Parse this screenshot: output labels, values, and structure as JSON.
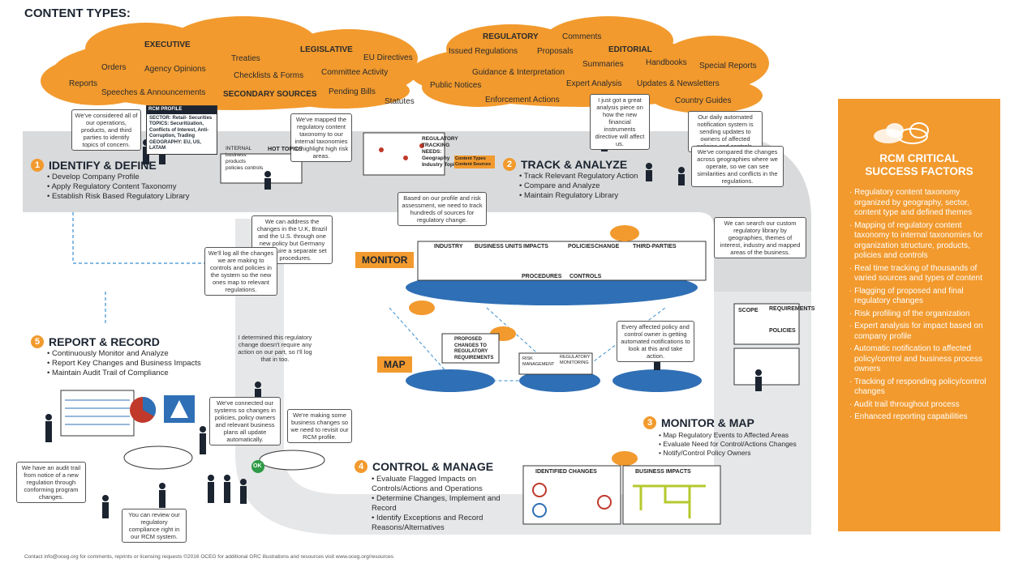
{
  "title": "CONTENT TYPES:",
  "clouds": {
    "left": [
      {
        "id": "executive",
        "text": "EXECUTIVE",
        "bold": true
      },
      {
        "id": "orders",
        "text": "Orders"
      },
      {
        "id": "agency",
        "text": "Agency Opinions"
      },
      {
        "id": "treaties",
        "text": "Treaties"
      },
      {
        "id": "legislative",
        "text": "LEGISLATIVE",
        "bold": true
      },
      {
        "id": "eudir",
        "text": "EU Directives"
      },
      {
        "id": "reports",
        "text": "Reports"
      },
      {
        "id": "checklists",
        "text": "Checklists & Forms"
      },
      {
        "id": "committee",
        "text": "Committee Activity"
      },
      {
        "id": "speeches",
        "text": "Speeches & Announcements"
      },
      {
        "id": "secondary",
        "text": "SECONDARY SOURCES",
        "bold": true
      },
      {
        "id": "pending",
        "text": "Pending Bills"
      },
      {
        "id": "statutes",
        "text": "Statutes"
      }
    ],
    "right": [
      {
        "id": "regulatory",
        "text": "REGULATORY",
        "bold": true
      },
      {
        "id": "comments",
        "text": "Comments"
      },
      {
        "id": "issued",
        "text": "Issued Regulations"
      },
      {
        "id": "proposals",
        "text": "Proposals"
      },
      {
        "id": "editorial",
        "text": "EDITORIAL",
        "bold": true
      },
      {
        "id": "summaries",
        "text": "Summaries"
      },
      {
        "id": "handbooks",
        "text": "Handbooks"
      },
      {
        "id": "special",
        "text": "Special Reports"
      },
      {
        "id": "guidance",
        "text": "Guidance & Interpretation"
      },
      {
        "id": "public",
        "text": "Public Notices"
      },
      {
        "id": "expert",
        "text": "Expert Analysis"
      },
      {
        "id": "updates",
        "text": "Updates & Newsletters"
      },
      {
        "id": "enforcement",
        "text": "Enforcement Actions"
      },
      {
        "id": "country",
        "text": "Country Guides"
      }
    ]
  },
  "steps": [
    {
      "num": "1",
      "title": "IDENTIFY & DEFINE",
      "bullets": [
        "Develop Company Profile",
        "Apply Regulatory Content Taxonomy",
        "Establish Risk Based Regulatory Library"
      ]
    },
    {
      "num": "2",
      "title": "TRACK & ANALYZE",
      "bullets": [
        "Track Relevant Regulatory Action",
        "Compare and Analyze",
        "Maintain Regulatory Library"
      ]
    },
    {
      "num": "3",
      "title": "MONITOR & MAP",
      "bullets": [
        "Map Regulatory Events to Affected Areas",
        "Evaluate Need for Control/Actions Changes",
        "Notify/Control Policy Owners"
      ]
    },
    {
      "num": "4",
      "title": "CONTROL & MANAGE",
      "bullets": [
        "Evaluate Flagged Impacts on Controls/Actions and Operations",
        "Determine Changes, Implement and Record",
        "Identify Exceptions and Record Reasons/Alternatives"
      ]
    },
    {
      "num": "5",
      "title": "REPORT & RECORD",
      "bullets": [
        "Continuously Monitor and Analyze",
        "Report Key Changes and Business Impacts",
        "Maintain Audit Trail of Compliance"
      ]
    }
  ],
  "tags": {
    "monitor": "MONITOR",
    "map": "MAP"
  },
  "rcm_profile": {
    "title": "RCM PROFILE",
    "lines": [
      "SECTOR: Retail- Securities",
      "TOPICS: Securitization, Conflicts of Interest, Anti-Corruption, Trading",
      "GEOGRAPHY: EU, US, LATAM"
    ]
  },
  "bubbles": {
    "b1": "We've considered all of our operations, products, and third parties to identify topics of concern.",
    "b2": "We've mapped the regulatory content taxonomy to our internal taxonomies to highlight high risk areas.",
    "b3": "I just got a great analysis piece on how the new financial instruments directive will affect us.",
    "b4": "Our daily automated notification system is sending updates to owners of affected policies and controls.",
    "b5": "We've compared the changes across geographies where we operate, so we can see similarities and conflicts in the regulations.",
    "b6": "Based on our profile and risk assessment, we need to track hundreds of sources for regulatory change.",
    "b7": "We can search our custom regulatory library by geographies, themes of interest, industry and mapped areas of the business.",
    "b8": "We can address the changes in the U.K, Brazil and the U.S. through one new policy but Germany will require a separate set of procedures.",
    "b9": "We'll log all the changes we are making to controls and policies in the system so the new ones map to relevant regulations.",
    "b10": "I determined this regulatory change doesn't require any action on our part, so I'll log that in too.",
    "b11": "Every affected policy and control owner is getting automated notifications to look at this and take action.",
    "b12": "We've connected our systems so changes in policies, policy owners and relevant business plans all update automatically.",
    "b13": "We're making some business changes so we need to revisit our RCM profile.",
    "b14": "We have an audit trail from notice of a new regulation through conforming program changes.",
    "b15": "You can review our regulatory compliance right in our RCM system."
  },
  "labels": {
    "internal": "INTERNAL business products policies controls",
    "hot_topics": "HOT TOPICS",
    "tracking_needs": "REGULATORY TRACKING NEEDS: Geography Industry Topics",
    "content_type": "Content Types Content Sources",
    "monitor_cols": [
      "INDUSTRY",
      "BUSINESS UNITS",
      "IMPACTS",
      "POLICIES",
      "CHANGE",
      "THIRD-PARTIES"
    ],
    "procedures": "PROCEDURES",
    "controls": "CONTROLS",
    "proposed": "PROPOSED CHANGES TO REGULATORY REQUIREMENTS",
    "risk_mgmt": "RISK MANAGEMENT",
    "reg_monitoring": "REGULATORY MONITORING",
    "scope": "SCOPE",
    "requirements": "REQUIREMENTS",
    "policies": "POLICIES",
    "identified": "IDENTIFIED CHANGES",
    "business_impacts": "BUSINESS IMPACTS",
    "ok": "OK"
  },
  "panel": {
    "title_line1": "RCM CRITICAL",
    "title_line2": "SUCCESS FACTORS",
    "items": [
      "Regulatory content taxonomy organized by geography, sector, content type and defined themes",
      "Mapping of regulatory content taxonomy to internal taxonomies for organization structure, products, policies and controls",
      "Real time tracking of thousands of varied sources and types of content",
      "Flagging of proposed and final regulatory changes",
      "Risk profiling of the organization",
      "Expert analysis for impact based on company profile",
      "Automatic notification to affected policy/control and business process owners",
      "Tracking of responding policy/control changes",
      "Audit trail throughout process",
      "Enhanced reporting capabilities"
    ]
  },
  "footer": "Contact info@oceg.org for comments, reprints or licensing requests ©2016 OCEG for additional GRC illustrations and resources visit www.oceg.org/resources",
  "colors": {
    "orange": "#f29a2e",
    "gray": "#d9dadb",
    "blue": "#2f6fb5",
    "dark": "#1b2430"
  }
}
